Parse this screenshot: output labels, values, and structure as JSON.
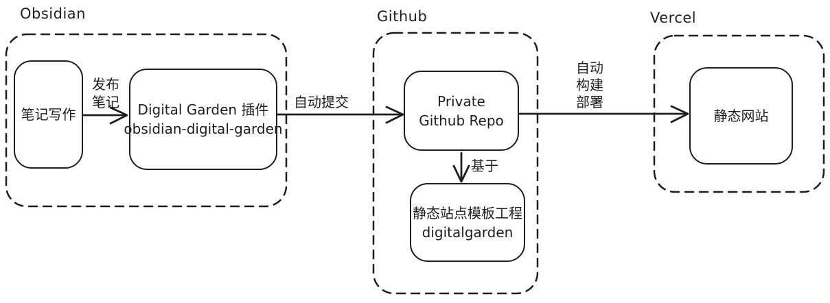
{
  "diagram": {
    "colors": {
      "stroke": "#1e1e1e",
      "background": "#ffffff"
    },
    "groups": {
      "obsidian": {
        "label": "Obsidian"
      },
      "github": {
        "label": "Github"
      },
      "vercel": {
        "label": "Vercel"
      }
    },
    "nodes": {
      "note_writing": {
        "label": "笔记写作"
      },
      "dg_plugin": {
        "label": "Digital Garden 插件\nobsidian-digital-garden"
      },
      "private_repo": {
        "label": "Private\nGithub Repo"
      },
      "template_project": {
        "label": "静态站点模板工程\ndigitalgarden"
      },
      "static_site": {
        "label": "静态网站"
      }
    },
    "edges": {
      "publish_notes": {
        "label": "发布\n笔记"
      },
      "auto_commit": {
        "label": "自动提交"
      },
      "auto_build_deploy": {
        "label": "自动\n构建\n部署"
      },
      "based_on": {
        "label": "基于"
      }
    }
  }
}
